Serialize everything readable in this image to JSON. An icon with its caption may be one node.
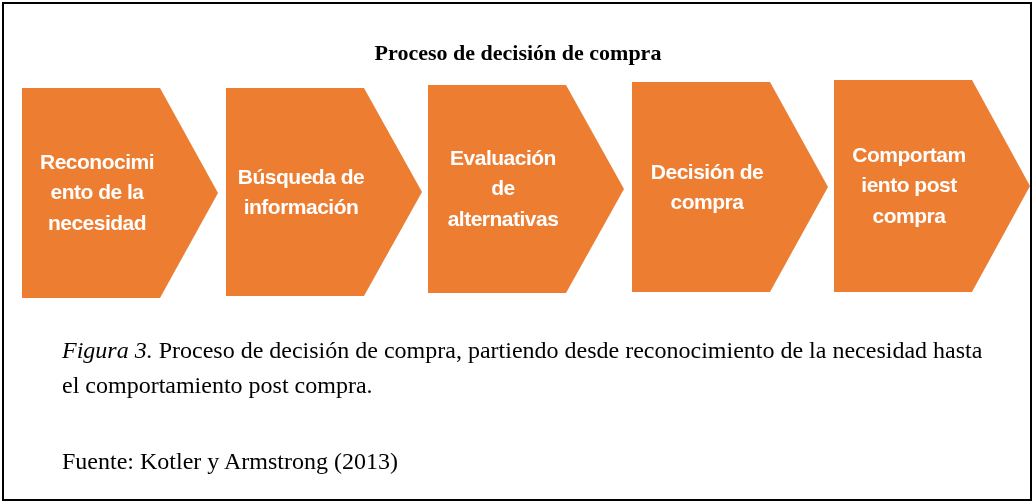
{
  "diagram": {
    "title": "Proceso de decisión de compra",
    "nodes": [
      {
        "text": [
          "Reconocimi ento de la necesidad"
        ]
      },
      {
        "text": [
          "Búsqueda de información"
        ]
      },
      {
        "text": [
          "Evaluación de alternativas"
        ]
      },
      {
        "text": [
          "Decisión de compra"
        ]
      },
      {
        "text": [
          "Comportam iento post compra"
        ]
      }
    ],
    "caption": "*Figura 3.* Proceso de decisión de compra, partiendo desde reconocimiento de la necesidad hasta el comportamiento post compra.",
    "labels": [
      "Fuente: Kotler y Armstrong (2013)"
    ]
  }
}
